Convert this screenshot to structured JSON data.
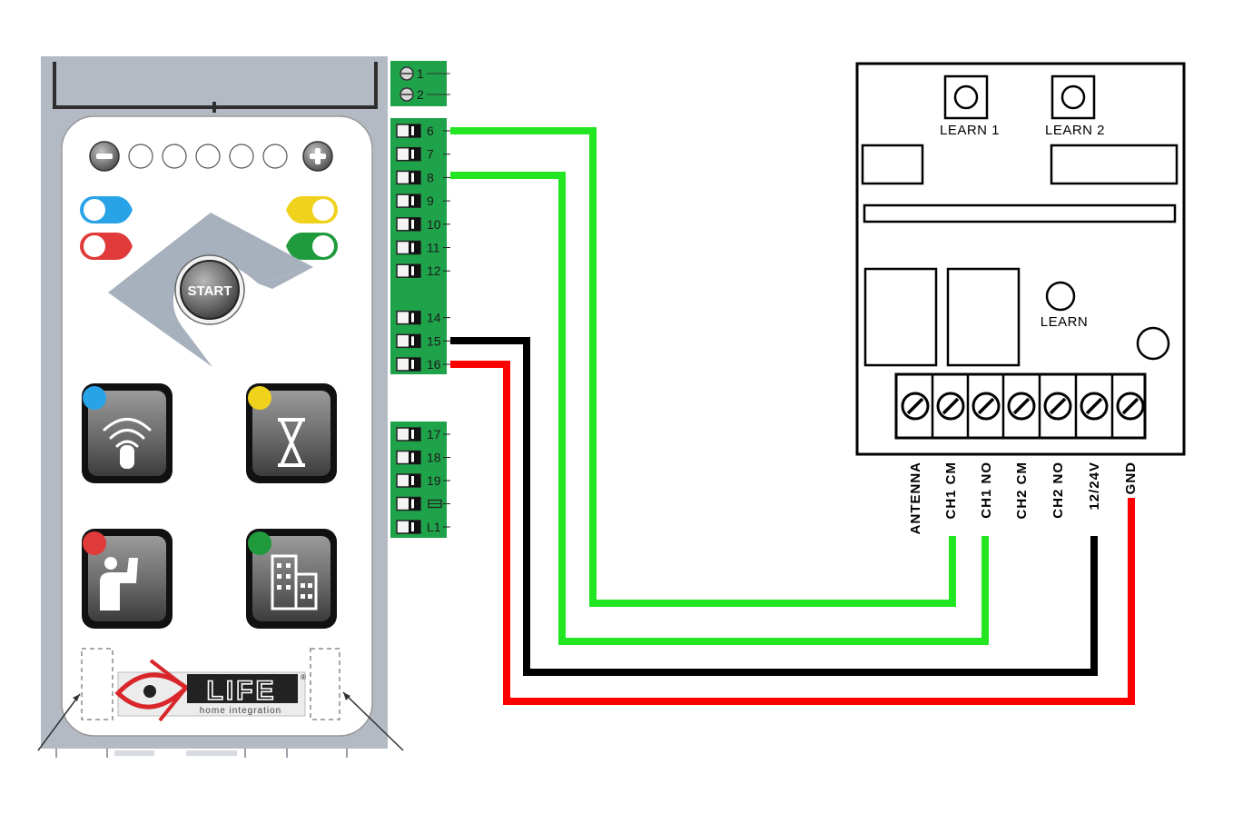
{
  "panel": {
    "start_label": "START",
    "logo_word": "LIFE",
    "logo_registered": "®",
    "logo_tagline": "home integration",
    "led_colors": [
      "#29a3e8",
      "#e03a3a",
      "#f0d21c",
      "#1f9a3c"
    ]
  },
  "terminals": {
    "top_pair": [
      "1",
      "2"
    ],
    "block_a": [
      "6",
      "7",
      "8",
      "9",
      "10",
      "11",
      "12",
      "",
      "14",
      "15",
      "16"
    ],
    "block_b": [
      "17",
      "18",
      "19",
      "",
      "L1"
    ]
  },
  "receiver": {
    "learn1": "LEARN 1",
    "learn2": "LEARN 2",
    "learn": "LEARN",
    "connectors": [
      "ANTENNA",
      "CH1 CM",
      "CH1 NO",
      "CH2 CM",
      "CH2 NO",
      "12/24V",
      "GND"
    ]
  },
  "wires": [
    {
      "from_terminal": "6",
      "to_connector": "CH1 CM",
      "color": "#22e622"
    },
    {
      "from_terminal": "8",
      "to_connector": "CH1 NO",
      "color": "#22e622"
    },
    {
      "from_terminal": "15",
      "to_connector": "12/24V",
      "color": "#000000"
    },
    {
      "from_terminal": "16",
      "to_connector": "GND",
      "color": "#ff0000"
    }
  ]
}
